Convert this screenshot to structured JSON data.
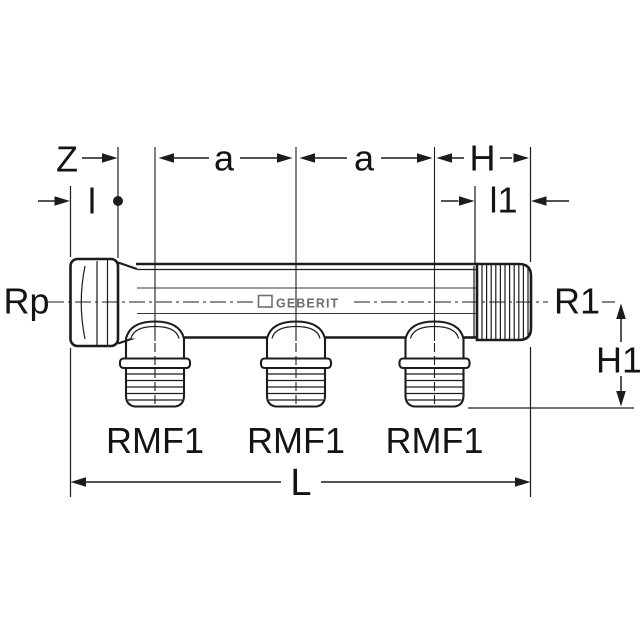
{
  "labels": {
    "z": "Z",
    "l": "l",
    "a1": "a",
    "a2": "a",
    "h": "H",
    "l1": "l1",
    "rp": "Rp",
    "r1": "R1",
    "h1": "H1",
    "rmf1_1": "RMF1",
    "rmf1_2": "RMF1",
    "rmf1_3": "RMF1",
    "total_length": "L",
    "brand": "GEBERIT"
  },
  "colors": {
    "line": "#1c1c1c",
    "background": "#ffffff",
    "emboss": "#6e6e6e"
  }
}
